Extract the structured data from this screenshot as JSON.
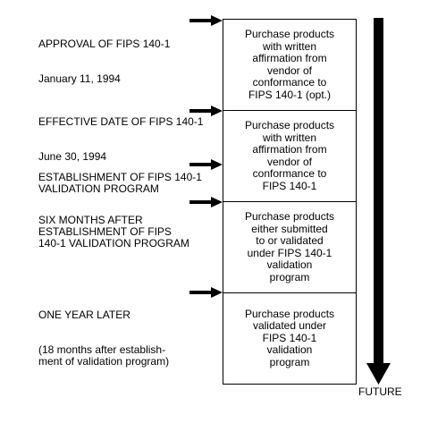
{
  "milestones": [
    {
      "title": "APPROVAL OF FIPS 140-1",
      "sub": "January 11, 1994"
    },
    {
      "title": "EFFECTIVE DATE OF FIPS 140-1",
      "sub": "June 30, 1994"
    },
    {
      "title": "ESTABLISHMENT OF FIPS 140-1\nVALIDATION PROGRAM",
      "sub": ""
    },
    {
      "title": "SIX MONTHS AFTER\nESTABLISHMENT OF FIPS\n140-1 VALIDATION PROGRAM",
      "sub": ""
    },
    {
      "title": "ONE YEAR LATER",
      "sub": "(18 months after establish-\nment of validation program)"
    }
  ],
  "phases": [
    "Purchase products\nwith written\naffirmation from\nvendor of\nconformance to\nFIPS 140-1 (opt.)",
    "Purchase products\nwith written\naffirmation from\nvendor of\nconformance to\nFIPS 140-1",
    "Purchase products\neither submitted\nto or validated\nunder FIPS 140-1\nvalidation\nprogram",
    "Purchase products\nvalidated under\nFIPS 140-1\nvalidation\nprogram"
  ],
  "timeline_end_label": "FUTURE"
}
